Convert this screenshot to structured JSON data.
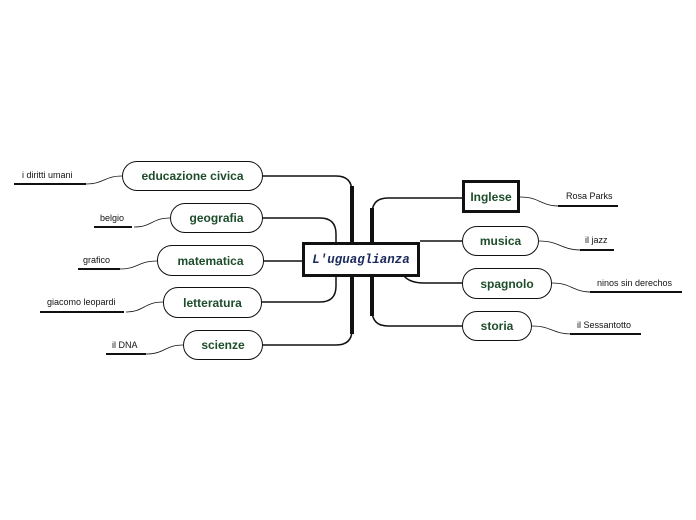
{
  "central": {
    "label": "L'uguaglianza"
  },
  "left_branches": [
    {
      "label": "educazione civica",
      "leaf": "i diritti umani"
    },
    {
      "label": "geografia",
      "leaf": "belgio"
    },
    {
      "label": "matematica",
      "leaf": "grafico"
    },
    {
      "label": "letteratura",
      "leaf": "giacomo leopardi"
    },
    {
      "label": "scienze",
      "leaf": "il DNA"
    }
  ],
  "right_branches": [
    {
      "label": "Inglese",
      "leaf": "Rosa Parks"
    },
    {
      "label": "musica",
      "leaf": "il jazz"
    },
    {
      "label": "spagnolo",
      "leaf": "ninos sin derechos"
    },
    {
      "label": "storia",
      "leaf": "il Sessantotto"
    }
  ],
  "colors": {
    "node_text": "#1e4d2b",
    "central_text": "#1a2a5c",
    "line": "#111111"
  }
}
